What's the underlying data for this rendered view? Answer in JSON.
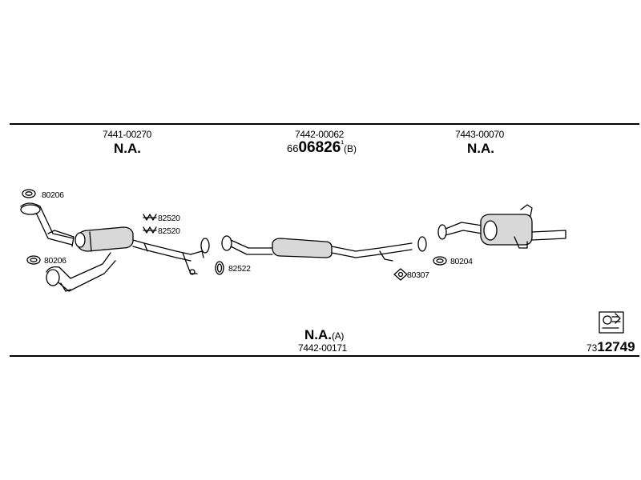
{
  "top_labels": [
    {
      "part_no": "7441-00270",
      "status": "N.A."
    },
    {
      "part_no": "7442-00062",
      "code_prefix": "66",
      "code_main": "06826",
      "code_mark": "¹",
      "code_suffix": "(B)"
    },
    {
      "part_no": "7443-00070",
      "status": "N.A."
    }
  ],
  "bottom_label": {
    "status": "N.A.",
    "status_suffix": "(A)",
    "part_no": "7442-00171"
  },
  "component_refs": {
    "gasket_front_upper": "80206",
    "gasket_front_lower": "80206",
    "bolt_upper": "82520",
    "bolt_lower": "82520",
    "ring_clamp": "82522",
    "rubber_hanger": "80307",
    "gasket_rear": "80204"
  },
  "diagram_number": {
    "prefix": "73",
    "main": "12749"
  },
  "colors": {
    "line": "#000000",
    "part_fill": "#d8d8d8",
    "background": "#ffffff"
  }
}
